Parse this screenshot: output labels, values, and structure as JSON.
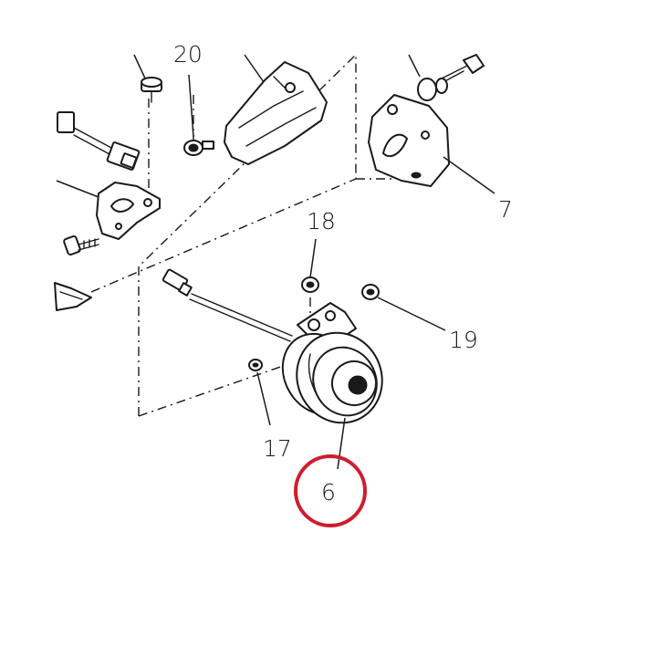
{
  "diagram": {
    "callouts": {
      "c20": "20",
      "c7": "7",
      "c18": "18",
      "c19": "19",
      "c17": "17",
      "c6": "6"
    },
    "highlight_color": "#d01c2c"
  }
}
